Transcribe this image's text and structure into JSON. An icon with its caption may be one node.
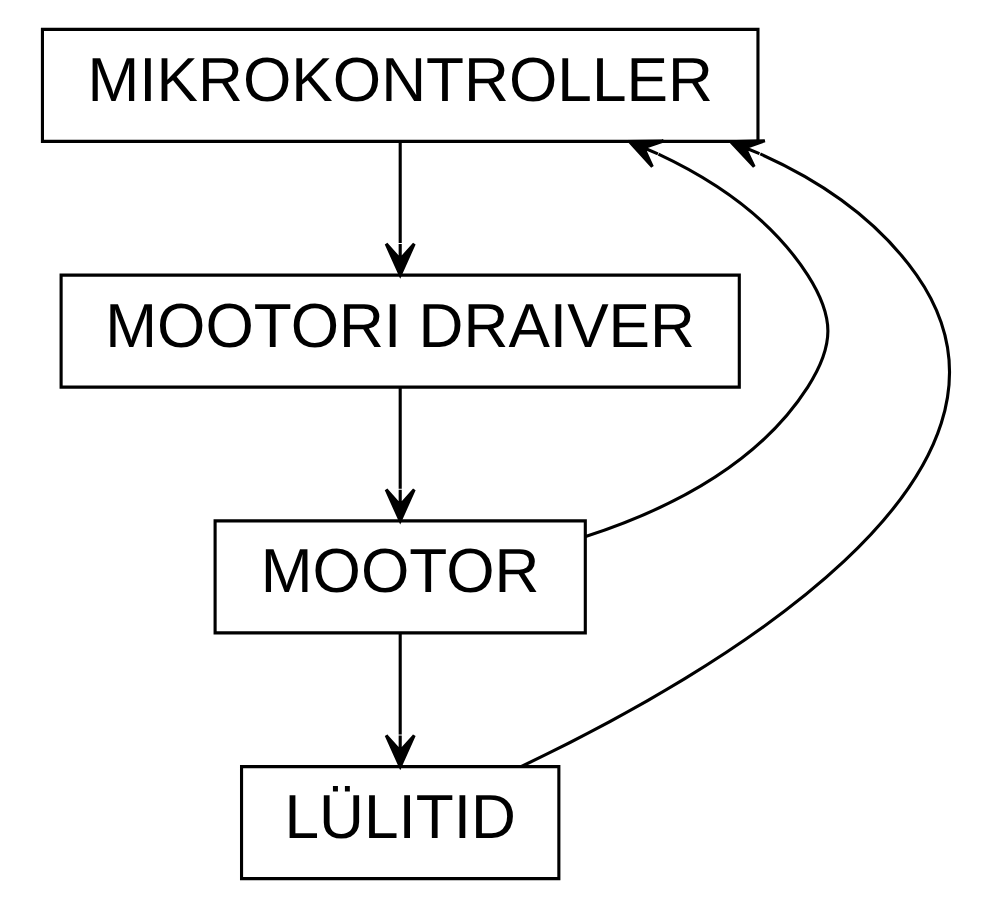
{
  "diagram": {
    "nodes": [
      {
        "text": [
          "MIKROKONTROLLER"
        ]
      },
      {
        "text": [
          "MOOTORI DRAIVER"
        ]
      },
      {
        "text": [
          "MOOTOR"
        ]
      },
      {
        "text": [
          "LÜLITID"
        ]
      }
    ],
    "edges": [
      {
        "from": 0,
        "to": 1,
        "arrow": "to"
      },
      {
        "from": 1,
        "to": 2,
        "arrow": "to"
      },
      {
        "from": 2,
        "to": 3,
        "arrow": "to"
      },
      {
        "from": 2,
        "to": 0,
        "arrow": "to"
      },
      {
        "from": 3,
        "to": 0,
        "arrow": "to"
      }
    ]
  }
}
